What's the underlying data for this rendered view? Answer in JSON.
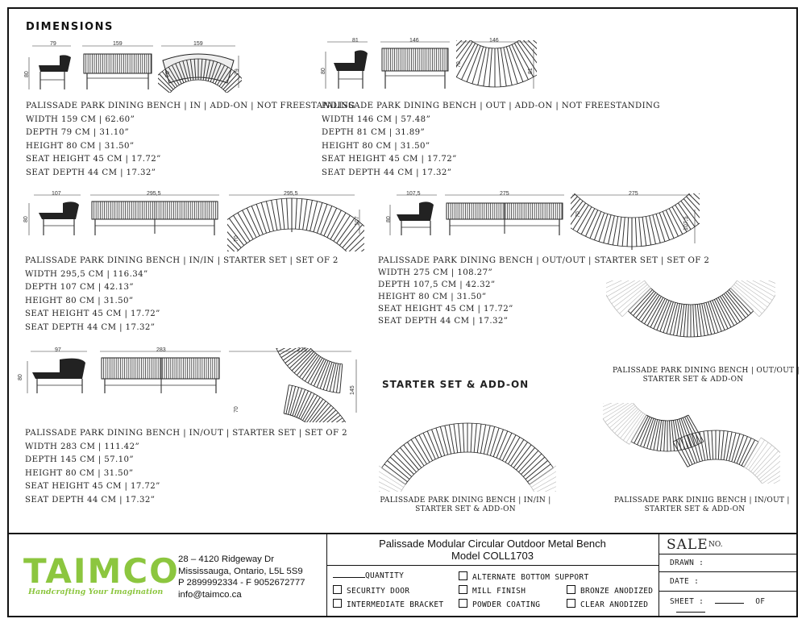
{
  "heading": "DIMENSIONS",
  "starter_heading": "STARTER SET & ADD-ON",
  "blocks": {
    "in_addon": {
      "lines": [
        "PALISSADE PARK DINING BENCH  | IN  | ADD-ON  | NOT FREESTANDING",
        "WIDTH 159 CM  | 62.60”",
        "DEPTH 79 CM  | 31.10”",
        "HEIGHT 80 CM  | 31.50”",
        "SEAT HEIGHT 45 CM  | 17.72”",
        "SEAT DEPTH 44 CM  | 17.32”"
      ],
      "dims": {
        "side_w": "79",
        "front_w": "159",
        "top_w": "159",
        "side_h": "80",
        "top_d": "79",
        "top_seat": "70"
      }
    },
    "out_addon": {
      "lines": [
        "PALISSADE PARK DINING BENCH  | OUT  | ADD-ON  | NOT FREESTANDING",
        "WIDTH 146 CM  | 57.48”",
        "DEPTH 81 CM  | 31.89”",
        "HEIGHT 80 CM  | 31.50”",
        "SEAT HEIGHT 45 CM  | 17.72”",
        "SEAT DEPTH 44 CM  | 17.32”"
      ],
      "dims": {
        "side_w": "81",
        "front_w": "146",
        "top_w": "146",
        "side_h": "80",
        "top_d": "81",
        "top_seat": "70"
      }
    },
    "in_in": {
      "lines": [
        "PALISSADE PARK DINING BENCH  | IN/IN  | STARTER SET  | SET OF 2",
        "WIDTH 295,5 CM  | 116.34”",
        "DEPTH 107 CM  | 42.13”",
        "HEIGHT 80 CM  | 31.50”",
        "SEAT HEIGHT 45 CM  | 17.72”",
        "SEAT DEPTH 44 CM  | 17.32”"
      ],
      "dims": {
        "side_w": "107",
        "front_w": "295,5",
        "top_w": "295,5",
        "side_h": "80",
        "top_d": "107",
        "top_seat": "70"
      }
    },
    "out_out": {
      "lines": [
        "PALISSADE PARK DINING BENCH  | OUT/OUT  | STARTER SET  | SET OF 2",
        "WIDTH 275 CM  | 108.27”",
        "DEPTH 107,5 CM  | 42.32”",
        "HEIGHT 80 CM  | 31.50”",
        "SEAT HEIGHT 45 CM  | 17.72”",
        "SEAT DEPTH 44 CM  | 17.32”"
      ],
      "dims": {
        "side_w": "107,5",
        "front_w": "275",
        "top_w": "275",
        "side_h": "80",
        "top_d": "107,5",
        "top_seat": "70"
      }
    },
    "in_out": {
      "lines": [
        "PALISSADE PARK DINING BENCH  | IN/OUT  | STARTER SET  | SET OF 2",
        "WIDTH 283 CM  | 111.42”",
        "DEPTH 145 CM  | 57.10”",
        "HEIGHT 80 CM  | 31.50”",
        "SEAT HEIGHT 45 CM  | 17.72”",
        "SEAT DEPTH 44 CM  | 17.32”"
      ],
      "dims": {
        "side_w": "97",
        "front_w": "283",
        "top_w": "275",
        "side_h": "80",
        "top_d": "145",
        "top_seat": "70"
      }
    }
  },
  "captions": {
    "out_out": [
      "PALISSADE PARK DINING BENCH  | OUT/OUT  |",
      "STARTER SET & ADD-ON"
    ],
    "in_in": [
      "PALISSADE PARK DINING BENCH  | IN/IN  |",
      "STARTER SET & ADD-ON"
    ],
    "in_out": [
      "PALISSADE PARK DINIIG BENCH  | IN/OUT  |",
      "STARTER SET & ADD-ON"
    ]
  },
  "footer": {
    "company": {
      "logo_text": "TAIMCO",
      "tagline": "Handcrafting Your Imagination",
      "address1": "28 – 4120 Ridgeway Dr",
      "address2": "Mississauga, Ontario, L5L 5S9",
      "phone": "P 2899992334 - F 9052672777",
      "email": "info@taimco.ca",
      "colors": {
        "green": "#8cc63f",
        "blue": "#1b75bc"
      }
    },
    "product_title": "Palissade Modular Circular Outdoor Metal Bench",
    "model": "Model COLL1703",
    "quantity_label": "QUANTITY",
    "options": [
      "ALTERNATE BOTTOM SUPPORT",
      "SECURITY DOOR",
      "MILL FINISH",
      "BRONZE ANODIZED",
      "INTERMEDIATE BRACKET",
      "POWDER COATING",
      "CLEAR ANODIZED"
    ],
    "sale": "SALE",
    "sale_no": "NO.",
    "drawn": "DRAWN :",
    "date": "DATE :",
    "sheet": "SHEET :",
    "of": "OF"
  }
}
